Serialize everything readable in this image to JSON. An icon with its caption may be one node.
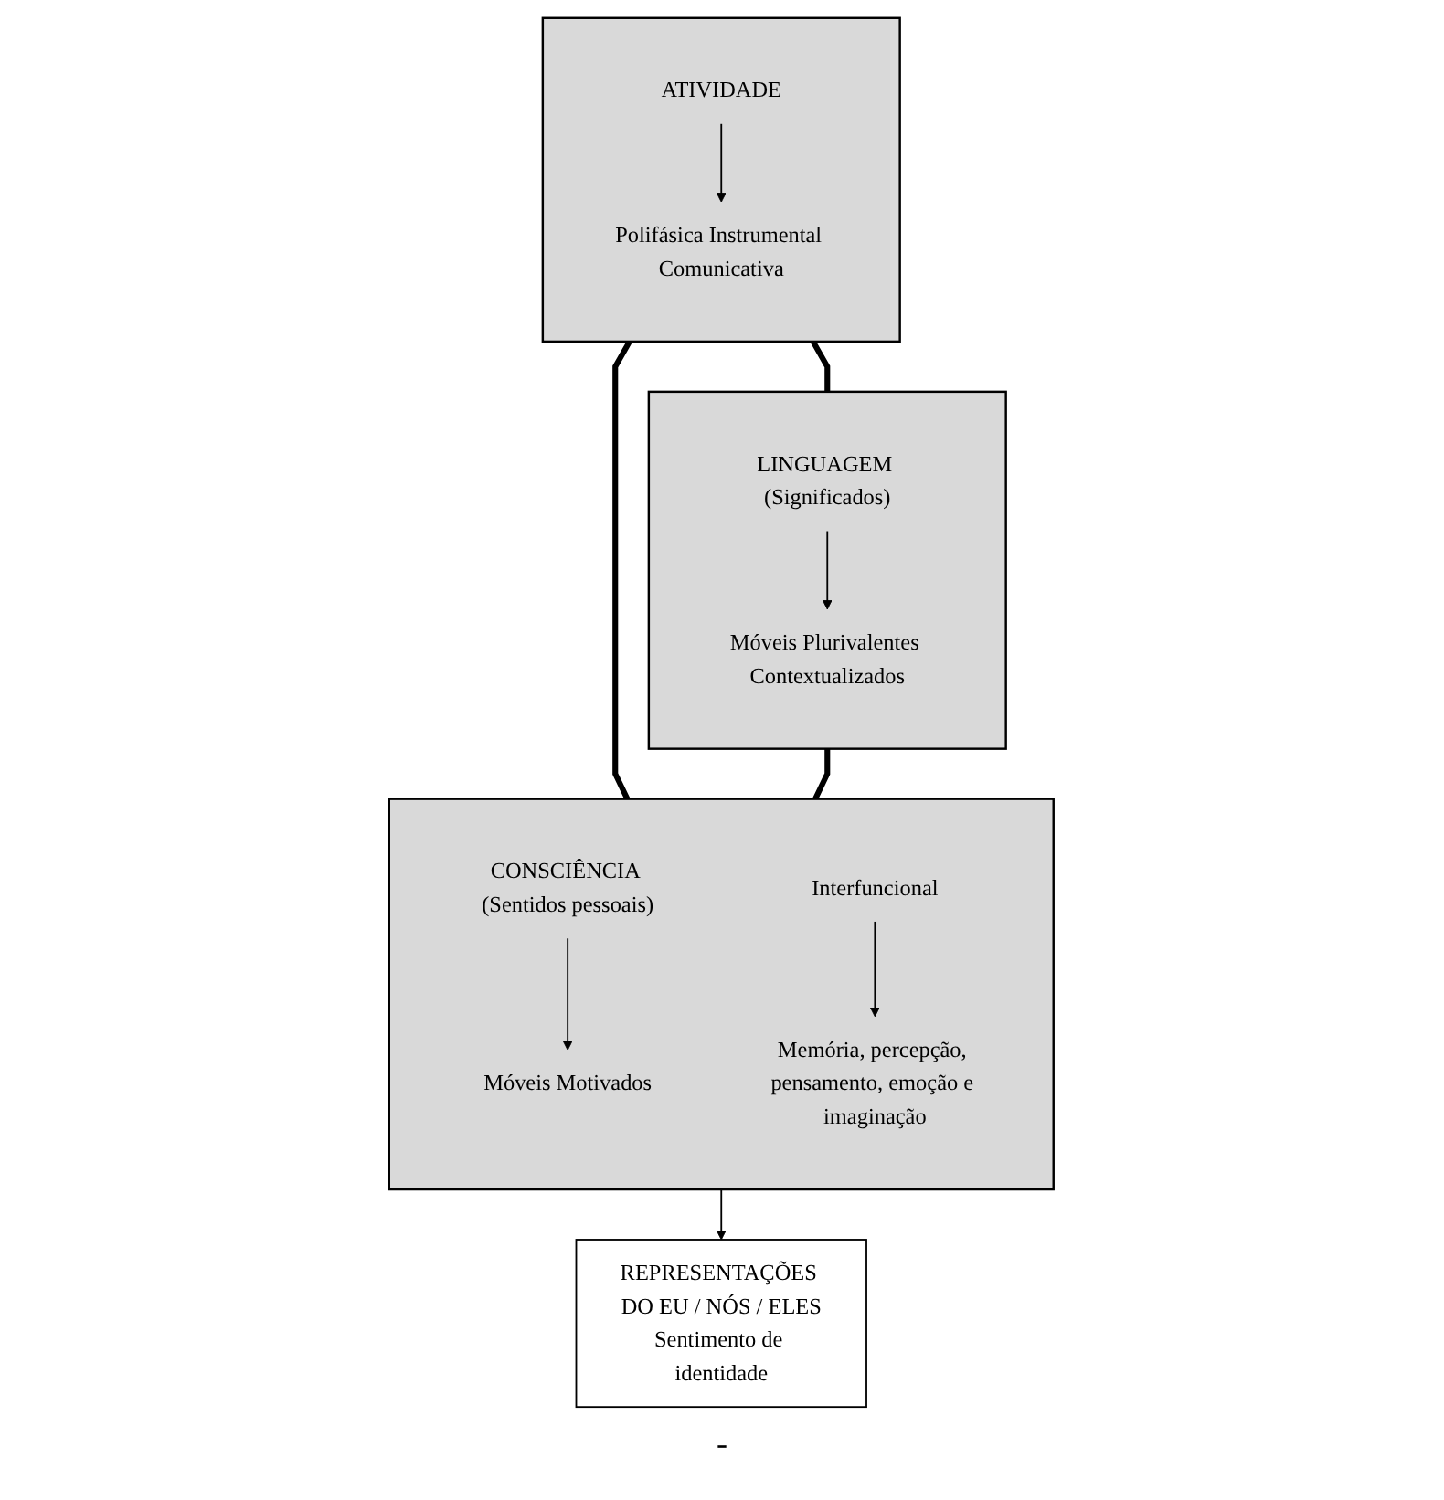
{
  "diagram": {
    "nodes": [
      {
        "text": [],
        "shape": "box"
      },
      {
        "text": [
          "ATIVIDADE"
        ],
        "in": 0
      },
      {
        "text": [
          "Polifásica Instrumental Comunicativa"
        ],
        "in": 0
      },
      {
        "text": [],
        "shape": "box"
      },
      {
        "text": [
          "LINGUAGEM (Significados)"
        ],
        "in": 3
      },
      {
        "text": [
          "Móveis Plurivalentes Contextualizados"
        ],
        "in": 3
      },
      {
        "text": [],
        "shape": "box"
      },
      {
        "text": [
          "CONSCIÊNCIA (Sentidos pessoais)"
        ],
        "in": 6
      },
      {
        "text": [
          "Interfuncional"
        ],
        "in": 6
      },
      {
        "text": [
          "Móveis Motivados"
        ],
        "in": 6
      },
      {
        "text": [
          "Memória, percepção, pensamento, emoção e imaginação"
        ],
        "in": 6
      },
      {
        "text": [
          "REPRESENTAÇÕES DO EU / NÓS / ELES",
          "Sentimento de identidade"
        ]
      }
    ],
    "edges": [
      {
        "from": 1,
        "to": 2,
        "arrow": "to"
      },
      {
        "from": 4,
        "to": 5,
        "arrow": "to"
      },
      {
        "from": 0,
        "to": 3,
        "arrow": "none",
        "style": "thick"
      },
      {
        "from": 0,
        "to": 6,
        "arrow": "none",
        "style": "thick"
      },
      {
        "from": 3,
        "to": 6,
        "arrow": "none",
        "style": "thick"
      },
      {
        "from": 7,
        "to": 9,
        "arrow": "to"
      },
      {
        "from": 8,
        "to": 10,
        "arrow": "to"
      },
      {
        "from": 6,
        "to": 11,
        "arrow": "to"
      }
    ],
    "labels": [
      "-"
    ]
  }
}
